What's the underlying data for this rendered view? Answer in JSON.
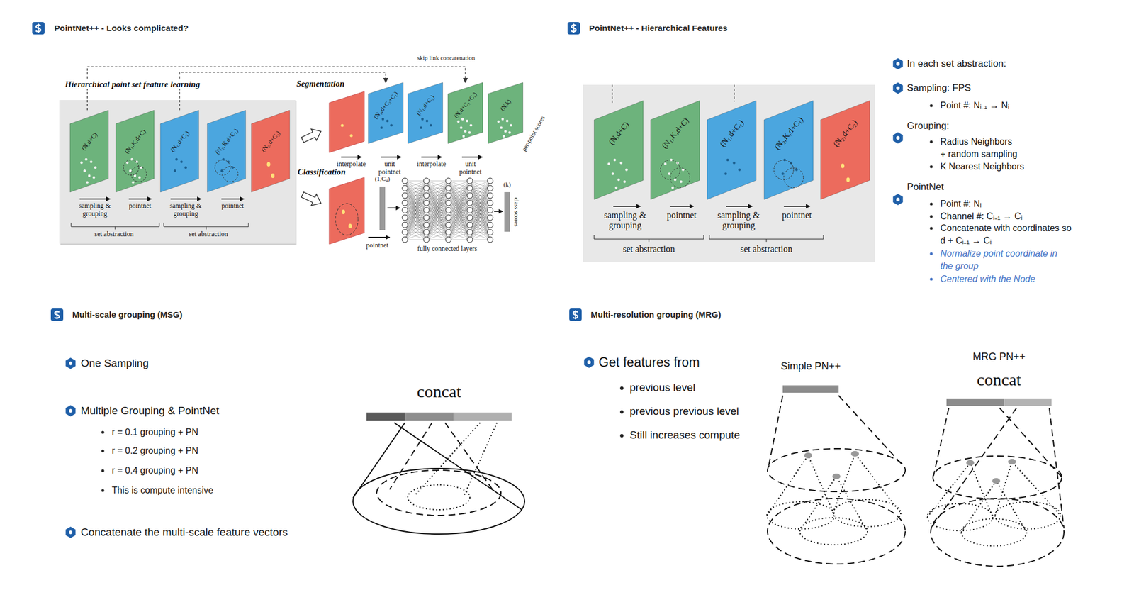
{
  "diagram": {
    "nodes": [
      {
        "text": [
          "Hierarchical point set feature learning",
          "sampling & grouping",
          "pointnet",
          "sampling & grouping",
          "pointnet",
          "set abstraction",
          "set abstraction"
        ]
      },
      {
        "text": [
          "(N,d+C)"
        ],
        "in": 0
      },
      {
        "text": [
          "(N₁,K,d+C)"
        ],
        "in": 0
      },
      {
        "text": [
          "(N₁,d+C₁)"
        ],
        "in": 0
      },
      {
        "text": [
          "(N₂,K,d+C₁)"
        ],
        "in": 0
      },
      {
        "text": [
          "(N₂,d+C₂)"
        ],
        "in": 0
      },
      {
        "text": [
          "(N₁,d+C₂+C₁)"
        ]
      },
      {
        "text": [
          "(N₁,d+C₃)"
        ]
      },
      {
        "text": [
          "(N,d+C₃+C₁)"
        ]
      },
      {
        "text": [
          "(N,k)",
          "per-point scores"
        ]
      },
      {
        "text": [
          "(1,C₄)"
        ]
      },
      {
        "text": [
          "(k)",
          "class scores"
        ]
      },
      {
        "text": [
          "sampling & grouping",
          "pointnet",
          "sampling & grouping",
          "pointnet",
          "set abstraction",
          "set abstraction"
        ]
      },
      {
        "text": [
          "(N,d+C)"
        ],
        "in": 12
      },
      {
        "text": [
          "(N₁,K,d+C)"
        ],
        "in": 12
      },
      {
        "text": [
          "(N₁,d+C₁)"
        ],
        "in": 12
      },
      {
        "text": [
          "(N₂,K,d+C₁)"
        ],
        "in": 12
      },
      {
        "text": [
          "(N₂,d+C₂)"
        ],
        "in": 12
      },
      {
        "text": [
          "concat"
        ]
      },
      {
        "text": [
          "Simple PN++"
        ]
      },
      {
        "text": [
          "MRG PN++",
          "concat"
        ]
      }
    ],
    "edges": [
      {
        "from": 1,
        "to": 8,
        "arrow": "to",
        "label": "skip link concatenation"
      },
      {
        "from": 3,
        "to": 6,
        "arrow": "to"
      }
    ],
    "labels": [
      "PointNet++ - Looks complicated?",
      "Segmentation",
      "interpolate",
      "unit pointnet",
      "interpolate",
      "unit pointnet",
      "Classification",
      "pointnet",
      "fully connected layers",
      "PointNet++ - Hierarchical Features",
      "In each set abstraction:",
      "Sampling: FPS",
      "Point #: Nᵢ₋₁ → Nᵢ",
      "Grouping:",
      "Radius Neighbors + random sampling",
      "K Nearest Neighbors",
      "PointNet",
      "Point #: Nᵢ",
      "Channel #: Cᵢ₋₁ → Cᵢ",
      "Concatenate with coordinates so d + Cᵢ₋₁ → Cᵢ",
      "Normalize point coordinate in the group",
      "Centered with the Node",
      "Multi-scale grouping (MSG)",
      "One Sampling",
      "Multiple Grouping & PointNet",
      "r = 0.1 grouping + PN",
      "r = 0.2 grouping + PN",
      "r = 0.4 grouping + PN",
      "This is compute intensive",
      "Concatenate the multi-scale feature vectors",
      "Multi-resolution grouping (MRG)",
      "Get features from",
      "previous level",
      "previous previous level",
      "Still increases compute"
    ]
  }
}
